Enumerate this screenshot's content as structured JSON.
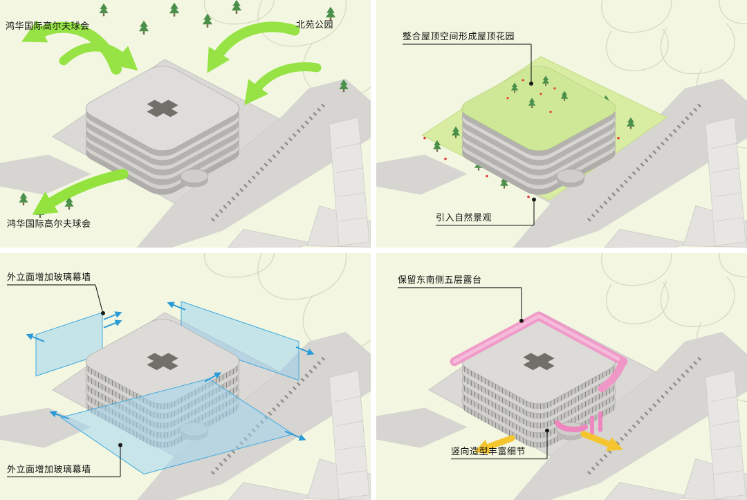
{
  "figure": {
    "type": "architecture-massing-strategy-diagram",
    "grid": "2x2"
  },
  "colors": {
    "background": "#f3f7e1",
    "panel_gap": "#ffffff",
    "road": "#d6d5d1",
    "plinth": "#dad9d5",
    "building_top": "#d5d4d0",
    "building_side": "#b3b2ae",
    "flow_arrow_green": "#93e23e",
    "garden_green": "#d8eca2",
    "roof_garden_green": "#cfe897",
    "tree_green": "#4a8f4a",
    "glass_blue_fill": "#9ed6f4",
    "glass_blue_stroke": "#3fa9de",
    "terrace_pink": "#ef97c7",
    "accent_yellow": "#f5c52f",
    "leader_black": "#1a1a1a",
    "red_dot": "#e03c3c"
  },
  "panels": [
    {
      "name": "site-connections",
      "labels": [
        {
          "text": "鸿华国际高尔夫球会"
        },
        {
          "text": "北苑公园"
        },
        {
          "text": "鸿华国际高尔夫球会"
        }
      ]
    },
    {
      "name": "roof-garden",
      "labels": [
        {
          "text": "整合屋顶空间形成屋顶花园"
        },
        {
          "text": "引入自然景观"
        }
      ]
    },
    {
      "name": "glass-curtain-wall",
      "labels": [
        {
          "text": "外立面增加玻璃幕墙"
        },
        {
          "text": "外立面增加玻璃幕墙"
        }
      ]
    },
    {
      "name": "terrace-and-vertical-fins",
      "labels": [
        {
          "text": "保留东南侧五层露台"
        },
        {
          "text": "竖向造型丰富细节"
        }
      ]
    }
  ]
}
